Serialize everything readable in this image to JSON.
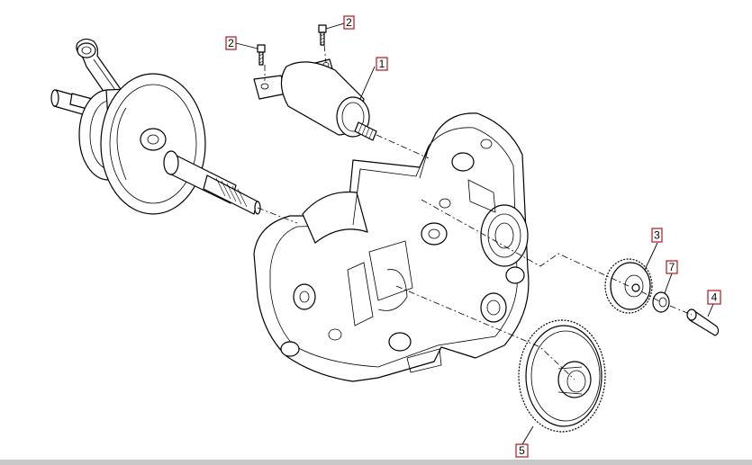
{
  "callouts": [
    {
      "id": "1",
      "label": "1"
    },
    {
      "id": "2a",
      "label": "2"
    },
    {
      "id": "2b",
      "label": "2"
    },
    {
      "id": "3",
      "label": "3"
    },
    {
      "id": "4",
      "label": "4"
    },
    {
      "id": "5",
      "label": "5"
    },
    {
      "id": "7",
      "label": "7"
    }
  ],
  "colors": {
    "callout_border": "#b0161b",
    "line": "#000000",
    "bottom_bar": "#c8c8c8"
  }
}
